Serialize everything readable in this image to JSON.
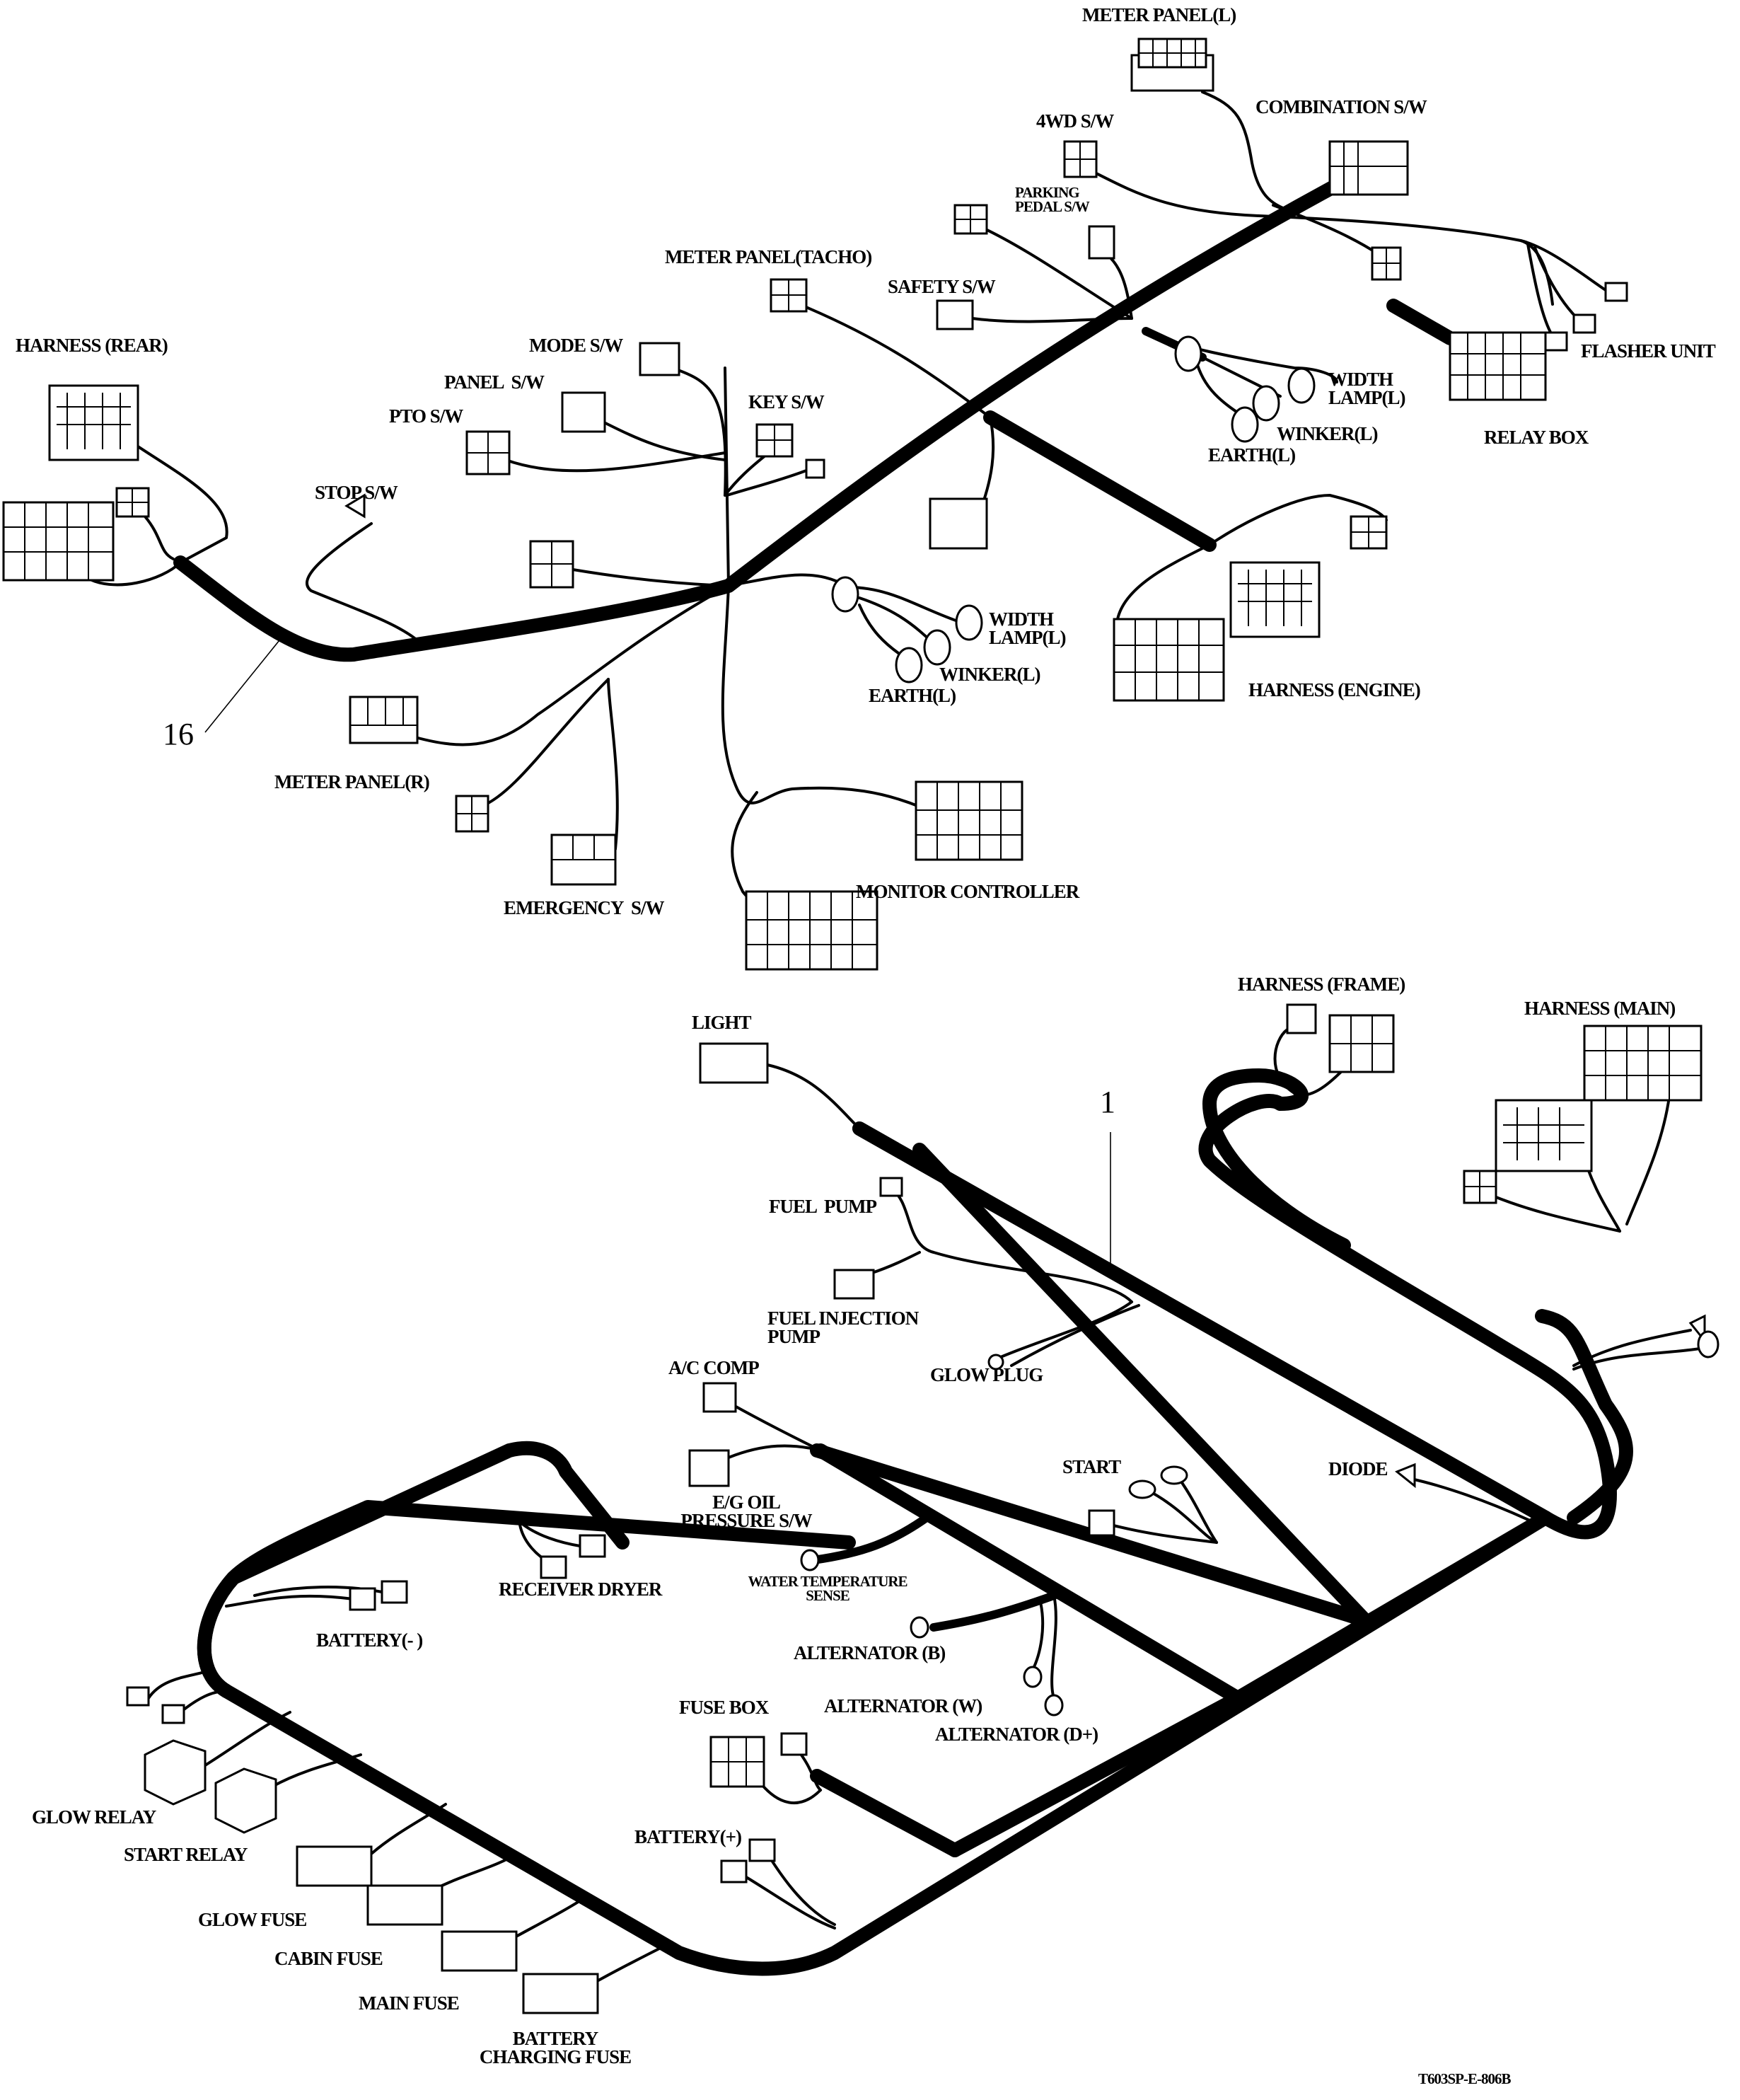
{
  "diagram_id": "T603SP-E-806B",
  "callouts": {
    "upper_harness": "16",
    "lower_harness": "1"
  },
  "upper_labels": {
    "meter_panel_l": "METER PANEL(L)",
    "combination_sw": "COMBINATION S/W",
    "four_wd_sw": "4WD S/W",
    "parking_pedal_sw": "PARKING\nPEDAL S/W",
    "meter_panel_tacho": "METER PANEL(TACHO)",
    "safety_sw": "SAFETY S/W",
    "flasher_unit": "FLASHER UNIT",
    "width_lamp_l_1": "WIDTH\nLAMP(L)",
    "winker_l_1": "WINKER(L)",
    "earth_l_1": "EARTH(L)",
    "relay_box": "RELAY BOX",
    "harness_rear": "HARNESS (REAR)",
    "mode_sw": "MODE S/W",
    "panel_sw": "PANEL  S/W",
    "pto_sw": "PTO S/W",
    "key_sw": "KEY S/W",
    "stop_sw": "STOP S/W",
    "width_lamp_l_2": "WIDTH\nLAMP(L)",
    "winker_l_2": "WINKER(L)",
    "earth_l_2": "EARTH(L)",
    "harness_engine": "HARNESS (ENGINE)",
    "meter_panel_r": "METER PANEL(R)",
    "emergency_sw": "EMERGENCY  S/W",
    "monitor_controller": "MONITOR CONTROLLER"
  },
  "lower_labels": {
    "harness_frame": "HARNESS (FRAME)",
    "harness_main": "HARNESS (MAIN)",
    "light": "LIGHT",
    "fuel_pump": "FUEL  PUMP",
    "fuel_injection_pump": "FUEL INJECTION\nPUMP",
    "glow_plug": "GLOW PLUG",
    "ac_comp": "A/C COMP",
    "start": "START",
    "diode": "DIODE",
    "eg_oil_pressure_sw": "E/G OIL\nPRESSURE S/W",
    "receiver_dryer": "RECEIVER DRYER",
    "water_temperature_sense": "WATER TEMPERATURE\nSENSE",
    "battery_minus": "BATTERY(- )",
    "alternator_b": "ALTERNATOR (B)",
    "fuse_box": "FUSE BOX",
    "alternator_w": "ALTERNATOR (W)",
    "alternator_d": "ALTERNATOR (D+)",
    "glow_relay": "GLOW RELAY",
    "start_relay": "START RELAY",
    "battery_plus": "BATTERY(+)",
    "glow_fuse": "GLOW FUSE",
    "cabin_fuse": "CABIN FUSE",
    "main_fuse": "MAIN FUSE",
    "battery_charging_fuse": "BATTERY\nCHARGING FUSE"
  }
}
